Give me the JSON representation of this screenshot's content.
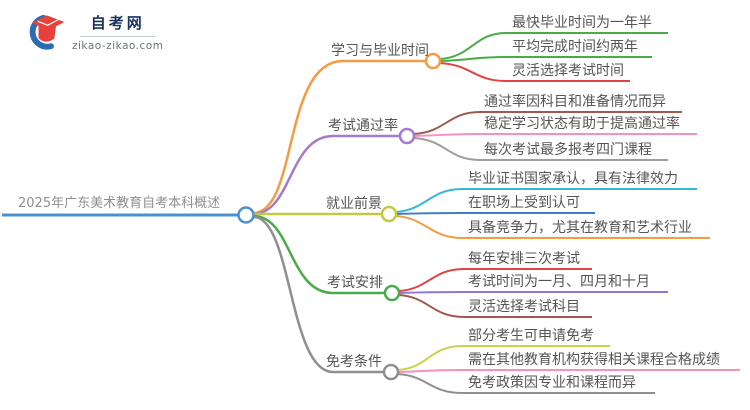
{
  "logo": {
    "site_name": "自考网",
    "site_url": "zikao-zikao.com",
    "icon": "graduation-cap-with-blue-swoosh",
    "colors": {
      "cap_red": "#e8413c",
      "swoosh_blue": "#2a6db0",
      "text_navy": "#17325c"
    }
  },
  "mindmap": {
    "title": "2025年广东美术教育自考本科概述",
    "title_color": "#4a90d2",
    "branches": [
      {
        "label": "学习与毕业时间",
        "color": "#f59b42",
        "children": [
          {
            "text": "最快毕业时间为一年半",
            "color": "#4aab49"
          },
          {
            "text": "平均完成时间约两年",
            "color": "#4aab49"
          },
          {
            "text": "灵活选择考试时间",
            "color": "#e04343"
          }
        ]
      },
      {
        "label": "考试通过率",
        "color": "#a678ce",
        "children": [
          {
            "text": "通过率因科目和准备情况而异",
            "color": "#9e5a50"
          },
          {
            "text": "稳定学习状态有助于提高通过率",
            "color": "#f78fc5"
          },
          {
            "text": "每次考试最多报考四门课程",
            "color": "#9e9e9e"
          }
        ]
      },
      {
        "label": "就业前景",
        "color": "#c2c93e",
        "children": [
          {
            "text": "毕业证书国家承认，具有法律效力",
            "color": "#36b8d8"
          },
          {
            "text": "在职场上受到认可",
            "color": "#3e7fc1"
          },
          {
            "text": "具备竞争力，尤其在教育和艺术行业",
            "color": "#f59b42"
          }
        ]
      },
      {
        "label": "考试安排",
        "color": "#4aab49",
        "children": [
          {
            "text": "每年安排三次考试",
            "color": "#e04343"
          },
          {
            "text": "考试时间为一月、四月和十月",
            "color": "#9575d2"
          },
          {
            "text": "灵活选择考试科目",
            "color": "#9e5a50"
          }
        ]
      },
      {
        "label": "免考条件",
        "color": "#8f8f8f",
        "children": [
          {
            "text": "部分考生可申请免考",
            "color": "#ccd24a"
          },
          {
            "text": "需在其他教育机构获得相关课程合格成绩",
            "color": "#f78fc5"
          },
          {
            "text": "免考政策因专业和课程而异",
            "color": "#8f8f8f"
          }
        ]
      }
    ]
  }
}
